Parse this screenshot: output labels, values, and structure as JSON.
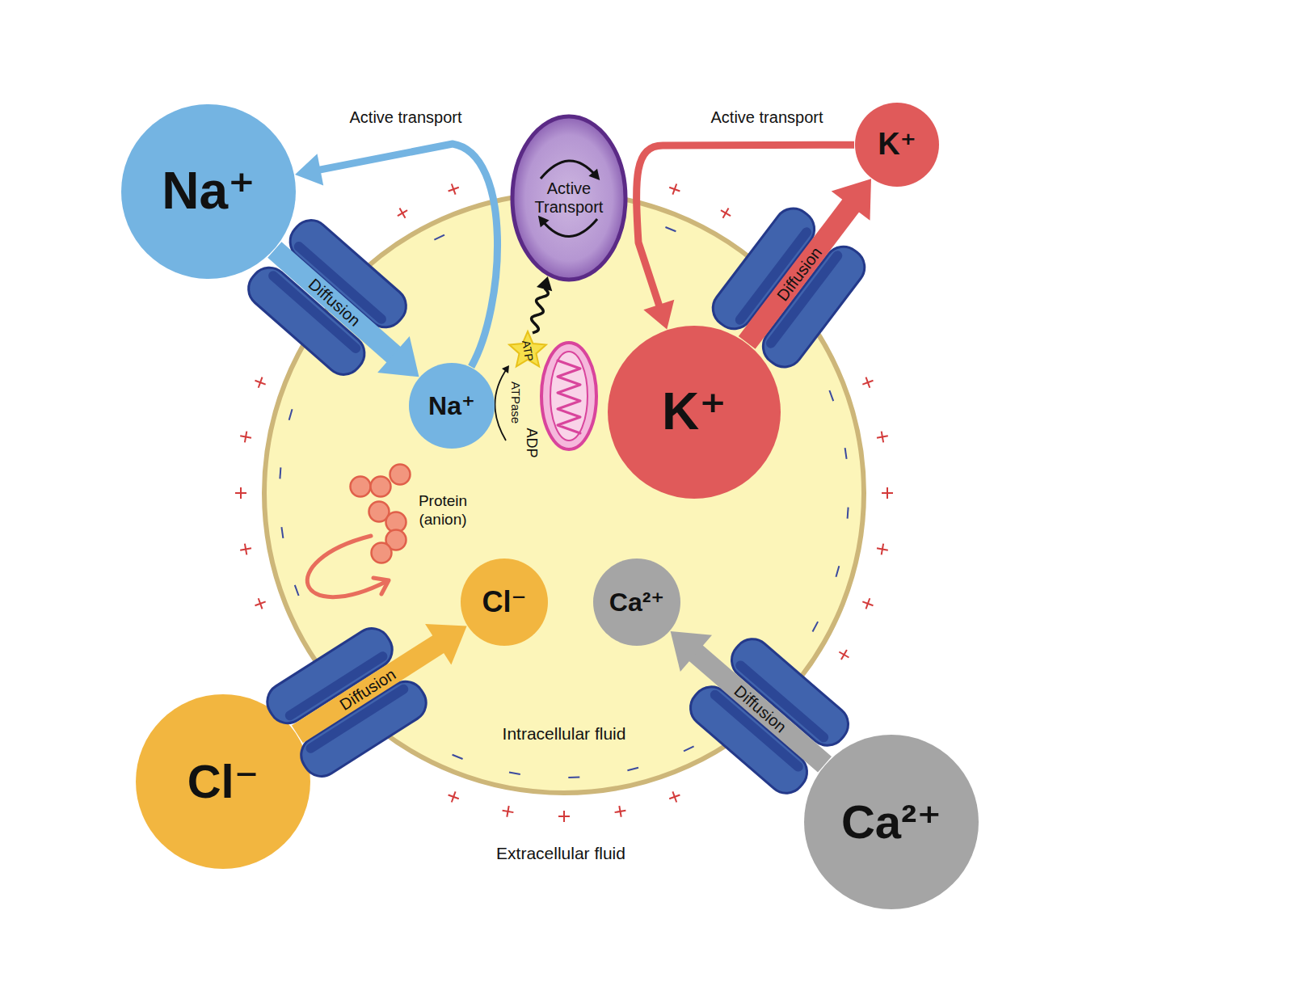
{
  "diagram": {
    "nodes": [
      {
        "text": [
          "Na⁺"
        ]
      },
      {
        "text": [
          "Active Transport"
        ]
      },
      {
        "text": [
          "K⁺"
        ]
      },
      {
        "text": [
          "Intracellular fluid"
        ]
      },
      {
        "text": [
          "Na⁺"
        ],
        "in": 3
      },
      {
        "text": [
          "ATP"
        ],
        "in": 3
      },
      {
        "text": [
          "K⁺"
        ],
        "in": 3
      },
      {
        "text": [
          "Cl⁻"
        ],
        "in": 3
      },
      {
        "text": [
          "Ca²⁺"
        ],
        "in": 3
      },
      {
        "text": [
          "Cl⁻"
        ]
      },
      {
        "text": [
          "Ca²⁺"
        ]
      }
    ],
    "edges": [
      {
        "from": 0,
        "to": 4,
        "label": "Diffusion",
        "arrow": "to"
      },
      {
        "from": 4,
        "to": 0,
        "label": "Active transport",
        "arrow": "to"
      },
      {
        "from": 5,
        "to": 1,
        "arrow": "to"
      },
      {
        "from": 2,
        "to": 6,
        "label": "Active transport",
        "arrow": "to"
      },
      {
        "from": 6,
        "to": 2,
        "label": "Diffusion",
        "arrow": "to"
      },
      {
        "from": 9,
        "to": 7,
        "label": "Diffusion",
        "arrow": "to"
      },
      {
        "from": 10,
        "to": 8,
        "label": "Diffusion",
        "arrow": "to"
      }
    ],
    "labels": [
      "Protein (anion)",
      "ATPase",
      "ADP",
      "Extracellular fluid"
    ]
  }
}
